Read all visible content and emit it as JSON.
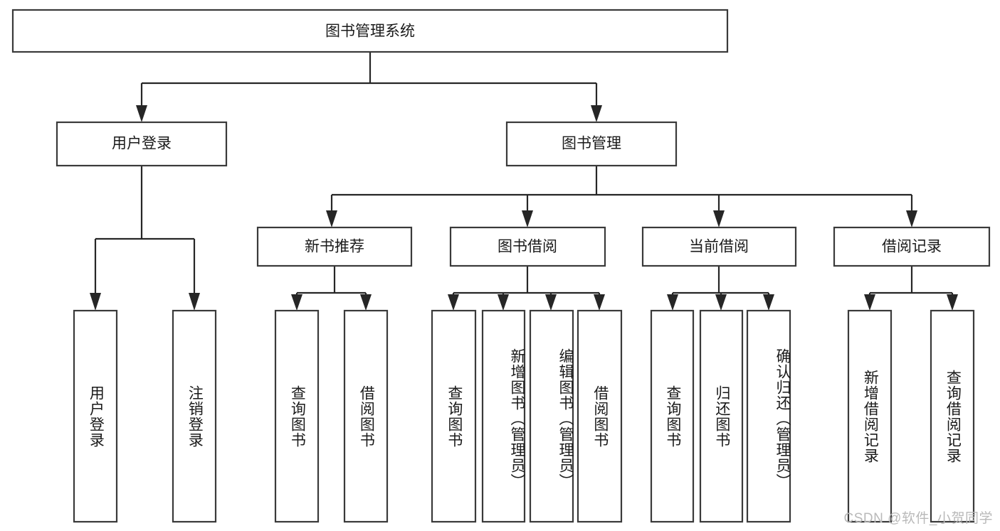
{
  "diagram": {
    "title": "图书管理系统",
    "type": "tree",
    "watermark": "CSDN @软件_小贺同学",
    "colors": {
      "box_stroke": "#3a3a3a",
      "connector": "#262626",
      "background": "#ffffff",
      "text": "#1a1a1a",
      "watermark": "#b9b9b9"
    },
    "levels": {
      "root": {
        "label": "图书管理系统"
      },
      "level2": [
        {
          "label": "用户登录"
        },
        {
          "label": "图书管理"
        }
      ],
      "level3": [
        {
          "label": "新书推荐"
        },
        {
          "label": "图书借阅"
        },
        {
          "label": "当前借阅"
        },
        {
          "label": "借阅记录"
        }
      ]
    },
    "leaves": {
      "user_login": [
        {
          "label": "用户登录"
        },
        {
          "label": "注销登录"
        }
      ],
      "new_book_recommend": [
        {
          "label": "查询图书"
        },
        {
          "label": "借阅图书"
        }
      ],
      "book_borrow": [
        {
          "label": "查询图书"
        },
        {
          "label": "新增图书（管理员）"
        },
        {
          "label": "编辑图书（管理员）"
        },
        {
          "label": "借阅图书"
        }
      ],
      "current_borrow": [
        {
          "label": "查询图书"
        },
        {
          "label": "归还图书"
        },
        {
          "label": "确认归还（管理员）"
        }
      ],
      "borrow_record": [
        {
          "label": "新增借阅记录"
        },
        {
          "label": "查询借阅记录"
        }
      ]
    }
  }
}
